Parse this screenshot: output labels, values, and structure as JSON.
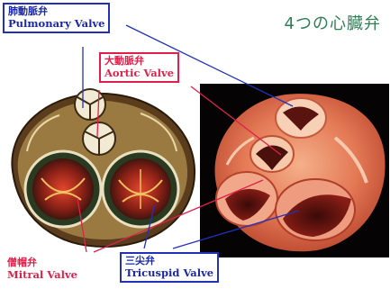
{
  "title": "4つの心臓弁",
  "labels": {
    "pulmonary": {
      "jp": "肺動脈弁",
      "en": "Pulmonary Valve"
    },
    "aortic": {
      "jp": "大動脈弁",
      "en": "Aortic Valve"
    },
    "mitral": {
      "jp": "僧帽弁",
      "en": "Mitral Valve"
    },
    "tricuspid": {
      "jp": "三尖弁",
      "en": "Tricuspid Valve"
    }
  },
  "colors": {
    "title": "#2f7f55",
    "blue_label": "#2231b8",
    "red_label": "#e0204a"
  }
}
